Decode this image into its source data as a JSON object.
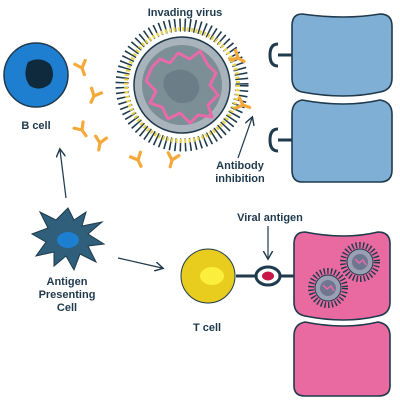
{
  "labels": {
    "invading_virus": "Invading virus",
    "b_cell": "B cell",
    "antibody_inhibition_line1": "Antibody",
    "antibody_inhibition_line2": "inhibition",
    "viral_antigen": "Viral antigen",
    "apc_line1": "Antigen",
    "apc_line2": "Presenting",
    "apc_line3": "Cell",
    "t_cell": "T cell"
  },
  "colors": {
    "text": "#1f3a4d",
    "b_cell": "#1e7fd0",
    "b_cell_nucleus": "#0e2a3c",
    "antibody": "#f4a93a",
    "antibody_tip": "#e84a4a",
    "virus_spike": "#e8d24c",
    "virus_body": "#7c8e96",
    "virus_rna": "#e86aa8",
    "host_cell_blue": "#7fafd4",
    "host_cell_pink": "#e86aa0",
    "receptor": "#1f3a4d",
    "t_cell": "#e8cc1e",
    "viral_antigen": "#c8184a",
    "apc": "#2f5f7a"
  }
}
